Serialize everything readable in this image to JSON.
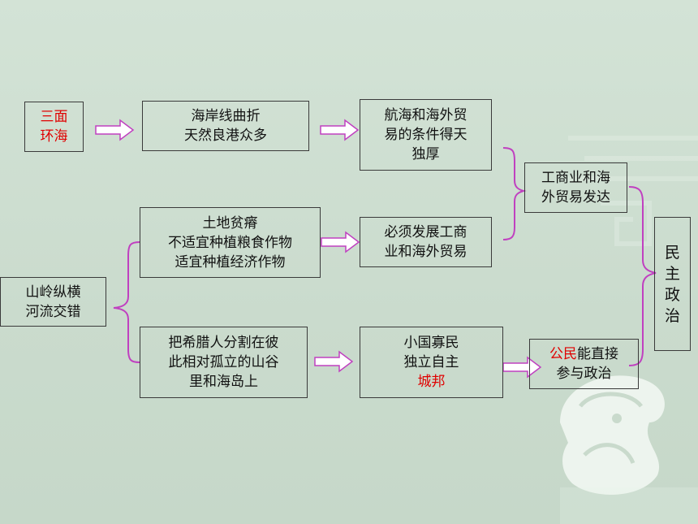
{
  "boxes": {
    "sanmian": {
      "line1": "三面",
      "line2": "环海"
    },
    "haian": {
      "line1": "海岸线曲折",
      "line2": "天然良港众多"
    },
    "hanghai": {
      "line1": "航海和海外贸",
      "line2": "易的条件得天",
      "line3": "独厚"
    },
    "gongshang": {
      "line1": "工商业和海",
      "line2": "外贸易发达"
    },
    "tudi": {
      "line1": "土地贫瘠",
      "line2": "不适宜种植粮食作物",
      "line3": "适宜种植经济作物"
    },
    "bixu": {
      "line1": "必须发展工商",
      "line2": "业和海外贸易"
    },
    "shanling": {
      "line1": "山岭纵横",
      "line2": "河流交错"
    },
    "xila": {
      "line1": "把希腊人分割在彼",
      "line2": "此相对孤立的山谷",
      "line3": "里和海岛上"
    },
    "xiaoguo": {
      "line1": "小国寡民",
      "line2": "独立自主",
      "line3": "城邦"
    },
    "gongmin": {
      "red": "公民",
      "rest": "能直接",
      "line2": "参与政治"
    },
    "minzhu": {
      "c1": "民",
      "c2": "主",
      "c3": "政",
      "c4": "治"
    }
  },
  "colors": {
    "background": "#cfe0d2",
    "box_border": "#3a3a3a",
    "highlight_text": "#e00000",
    "connector": "#c040c0"
  }
}
